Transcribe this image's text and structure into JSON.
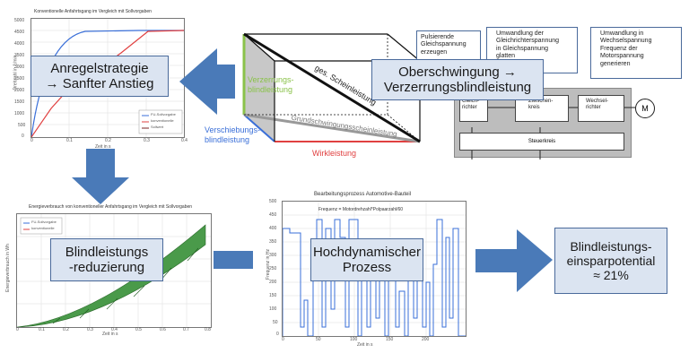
{
  "plot1": {
    "title": "Konventionelle Anfahrtsgang im Vergleich mit Sollvorgaben",
    "xlabel": "Zeit in s",
    "ylabel": "Drehzahl in 1/min",
    "yticks": [
      "5000",
      "4500",
      "4000",
      "3500",
      "3000",
      "2500",
      "2000",
      "1500",
      "1000",
      "500",
      "0"
    ],
    "xticks": [
      "0",
      "0.1",
      "0.2",
      "0.3",
      "0.4"
    ],
    "legend": [
      "FU-Sollvorgabe",
      "konventionelle",
      "Sollwert"
    ]
  },
  "plot2": {
    "title": "Energieverbrauch von konventioneller Anfahrtsgang im Vergleich mit Sollvorgaben",
    "xlabel": "Zeit in s",
    "ylabel": "Energieverbrauch in Wh",
    "legend": [
      "FU-Sollvorgabe",
      "konventionelle"
    ],
    "xticks": [
      "0",
      "0.1",
      "0.2",
      "0.3",
      "0.4",
      "0.5",
      "0.6",
      "0.7",
      "0.8"
    ]
  },
  "plot3": {
    "title": "Bearbeitungsprozess Automotive-Bauteil",
    "annotation": "Frequenz = Motordrehzahl*Polpaarzahl/60",
    "xlabel": "Zeit in s",
    "ylabel": "Frequenz in Hz",
    "yticks": [
      "500",
      "450",
      "400",
      "350",
      "300",
      "250",
      "200",
      "150",
      "100",
      "50",
      "0"
    ],
    "xticks": [
      "0",
      "50",
      "100",
      "150",
      "200"
    ]
  },
  "triangle": {
    "verzerrung": "Verzerrungs-\nblindleistung",
    "verschiebung": "Verschiebungs-\nblindleistung",
    "schein": "ges. Scheinleistung",
    "grund": "Grundschwingungsscheinleistung",
    "wirk": "Wirkleistung"
  },
  "block_diagram": {
    "note1": "Pulsierende\nGleichspannung\nerzeugen",
    "note2": "Umwandlung der\nGleichrichterspannung\nin Gleichspannung\nglatten",
    "note3": "Umwandlung in\nWechselspannung\nFrequenz der\nMotorspannung\ngenerieren",
    "gleich": "Gleich-\nrichter",
    "zwischen": "Zwischen-\nkreis",
    "wechsel": "Wechsel-\nrichter",
    "motor": "M",
    "steuer": "Steuerkreis"
  },
  "boxes": {
    "anregel": "Anregelstrategie\n→ Sanfter Anstieg",
    "oberschwingung": "Oberschwingung →\nVerzerrungsblindleistung",
    "blindred": "Blindleistungs\n-reduzierung",
    "hochdyn": "Hochdynamischer\nProzess",
    "einspar": "Blindleistungs-\neinsparpotential\n≈ 21%"
  },
  "colors": {
    "arrow": "#4a7ab8",
    "green": "#8ac24a",
    "red": "#e04040",
    "blue_line": "#3a6fd8",
    "box_fill": "#dbe4f1"
  }
}
